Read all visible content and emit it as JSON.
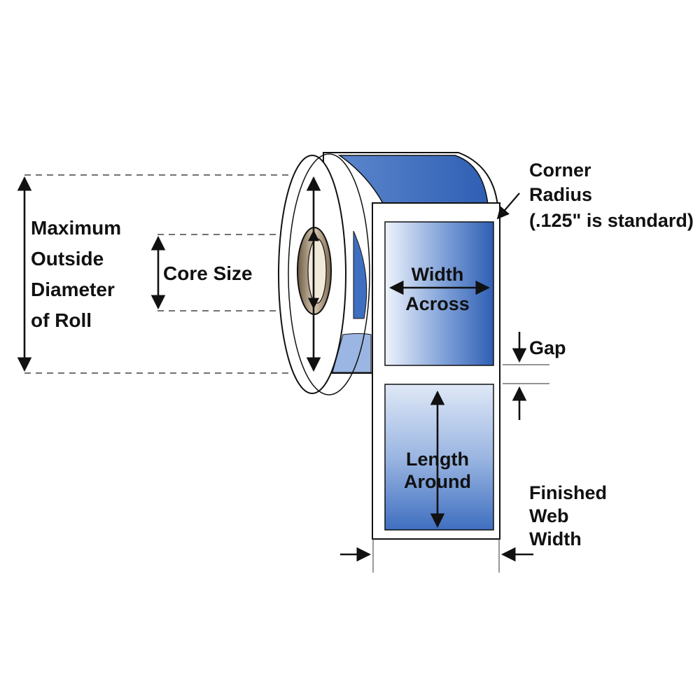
{
  "labels": {
    "max_diameter": [
      "Maximum",
      "Outside",
      "Diameter",
      "of Roll"
    ],
    "core_size": "Core Size",
    "corner_radius": [
      "Corner",
      "Radius",
      "(.125\" is standard)"
    ],
    "width_across": [
      "Width",
      "Across"
    ],
    "gap": "Gap",
    "length_around": [
      "Length",
      "Around"
    ],
    "finished_web_width": [
      "Finished",
      "Web",
      "Width"
    ]
  },
  "colors": {
    "label_blue": "#3f6fc0",
    "label_light": "#e8eef8",
    "line": "#111111",
    "core": "#b9a68a"
  }
}
